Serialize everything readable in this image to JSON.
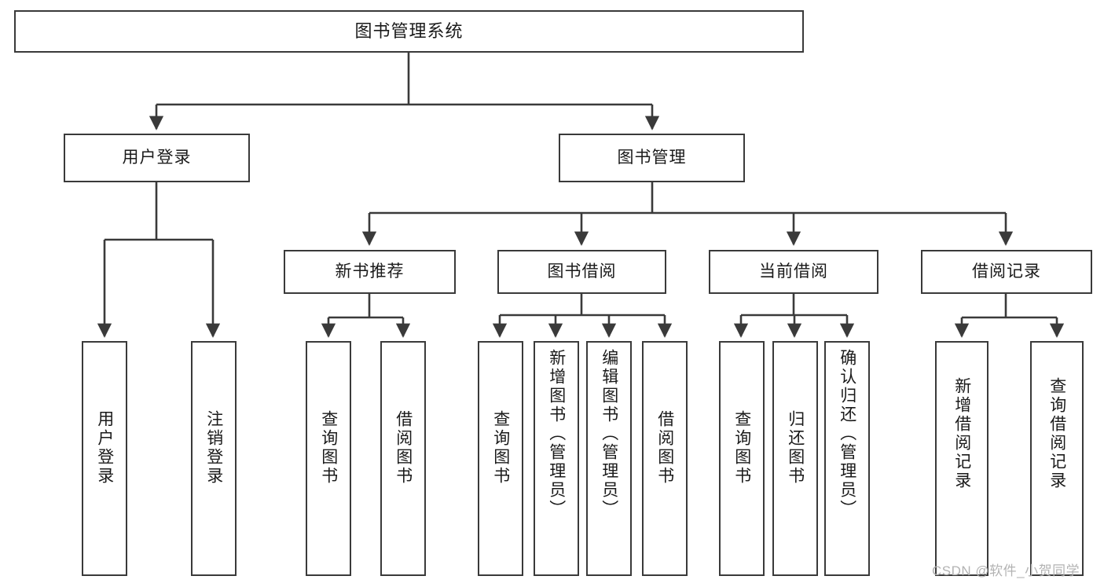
{
  "diagram": {
    "type": "tree-hierarchy-chart",
    "title": "图书管理系统",
    "root": {
      "id": "root",
      "label": "图书管理系统"
    },
    "level2": [
      {
        "id": "user-login",
        "label": "用户登录"
      },
      {
        "id": "book-management",
        "label": "图书管理"
      }
    ],
    "level3": [
      {
        "id": "new-book-recommend",
        "label": "新书推荐",
        "parent": "book-management"
      },
      {
        "id": "book-borrow",
        "label": "图书借阅",
        "parent": "book-management"
      },
      {
        "id": "current-borrow",
        "label": "当前借阅",
        "parent": "book-management"
      },
      {
        "id": "borrow-record",
        "label": "借阅记录",
        "parent": "book-management"
      }
    ],
    "leaves": [
      {
        "id": "leaf-user-login",
        "label": "用户登录",
        "parent": "user-login"
      },
      {
        "id": "leaf-logout-login",
        "label": "注销登录",
        "parent": "user-login"
      },
      {
        "id": "leaf-query-book-1",
        "label": "查询图书",
        "parent": "new-book-recommend"
      },
      {
        "id": "leaf-borrow-book-1",
        "label": "借阅图书",
        "parent": "new-book-recommend"
      },
      {
        "id": "leaf-query-book-2",
        "label": "查询图书",
        "parent": "book-borrow"
      },
      {
        "id": "leaf-add-book",
        "label": "新增图书（管理员）",
        "parent": "book-borrow"
      },
      {
        "id": "leaf-edit-book",
        "label": "编辑图书（管理员）",
        "parent": "book-borrow"
      },
      {
        "id": "leaf-borrow-book-2",
        "label": "借阅图书",
        "parent": "book-borrow"
      },
      {
        "id": "leaf-query-book-3",
        "label": "查询图书",
        "parent": "current-borrow"
      },
      {
        "id": "leaf-return-book",
        "label": "归还图书",
        "parent": "current-borrow"
      },
      {
        "id": "leaf-confirm-return",
        "label": "确认归还（管理员）",
        "parent": "current-borrow"
      },
      {
        "id": "leaf-add-borrow-record",
        "label": "新增借阅记录",
        "parent": "borrow-record"
      },
      {
        "id": "leaf-query-borrow-record",
        "label": "查询借阅记录",
        "parent": "borrow-record"
      }
    ],
    "colors": {
      "box_border": "#3a3a3a",
      "box_fill": "#ffffff",
      "connector": "#3a3a3a",
      "text": "#1a1a1a",
      "watermark": "#b3b3b3"
    }
  },
  "watermark": {
    "text": "CSDN @软件_小贺同学"
  }
}
